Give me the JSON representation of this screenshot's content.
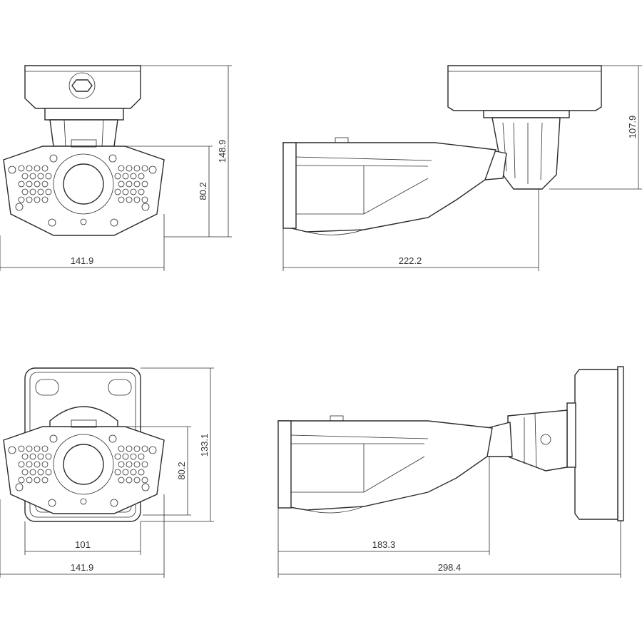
{
  "views": {
    "front_top": {
      "width": "141.9",
      "height_total": "148.9",
      "height_body": "80.2"
    },
    "side_top": {
      "length": "222.2",
      "mount_height": "107.9"
    },
    "front_bottom": {
      "plate_width": "101",
      "width": "141.9",
      "height_total": "133.1",
      "height_body": "80.2"
    },
    "side_bottom": {
      "body_length": "183.3",
      "total_length": "298.4"
    }
  }
}
